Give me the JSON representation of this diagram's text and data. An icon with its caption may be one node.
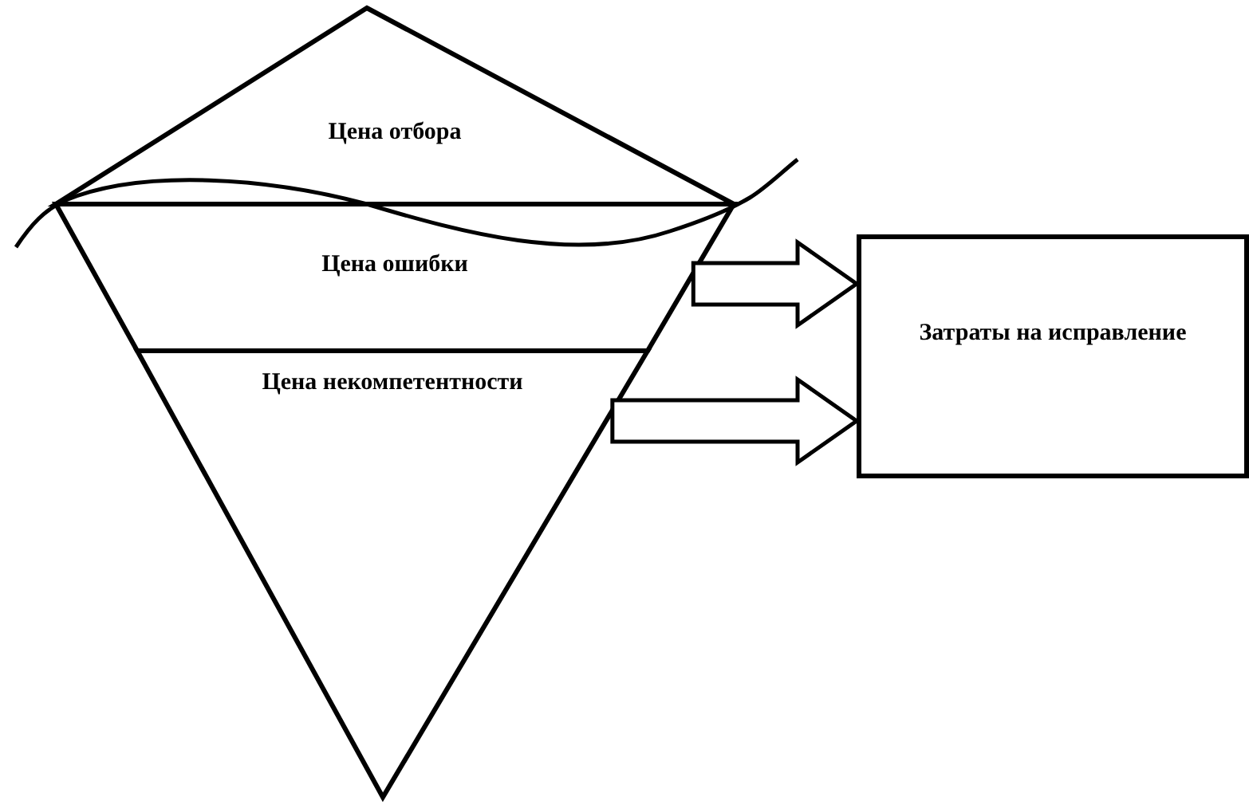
{
  "diagram": {
    "nodes": [
      {
        "text": [
          "Цена отбора"
        ]
      },
      {
        "text": [
          "Цена ошибки"
        ]
      },
      {
        "text": [
          "Цена некомпетентности"
        ]
      },
      {
        "text": [
          "Затраты на исправление"
        ]
      }
    ],
    "edges": [
      {
        "from": 1,
        "to": 3,
        "arrow": "to"
      },
      {
        "from": 2,
        "to": 3,
        "arrow": "to"
      }
    ]
  }
}
